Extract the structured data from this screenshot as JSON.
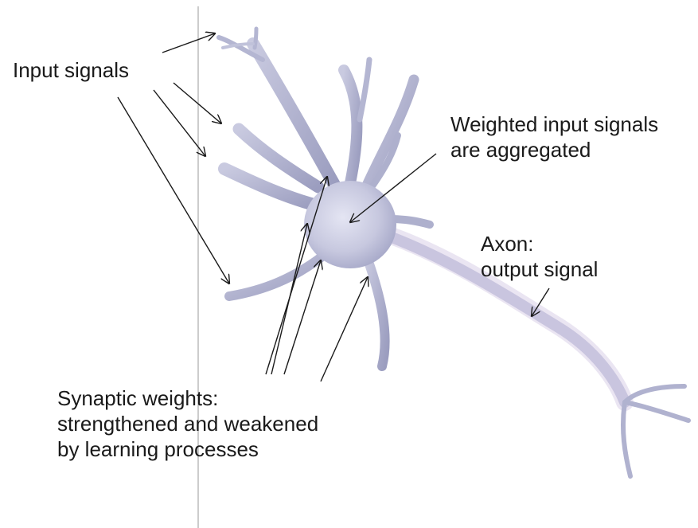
{
  "labels": {
    "input": "Input signals",
    "weighted_line1": "Weighted input signals",
    "weighted_line2": "are aggregated",
    "axon_line1": "Axon:",
    "axon_line2": "output signal",
    "synaptic_line1": "Synaptic weights:",
    "synaptic_line2": "strengthened and weakened",
    "synaptic_line3": "by learning processes"
  },
  "colors": {
    "neuron_light": "#dfe0f0",
    "neuron_mid": "#b9bad6",
    "neuron_dark": "#8e90b6",
    "axon_sheath": "#d6c9e4",
    "arrow": "#1a1a1a",
    "guide_line": "#9a9a9a"
  }
}
